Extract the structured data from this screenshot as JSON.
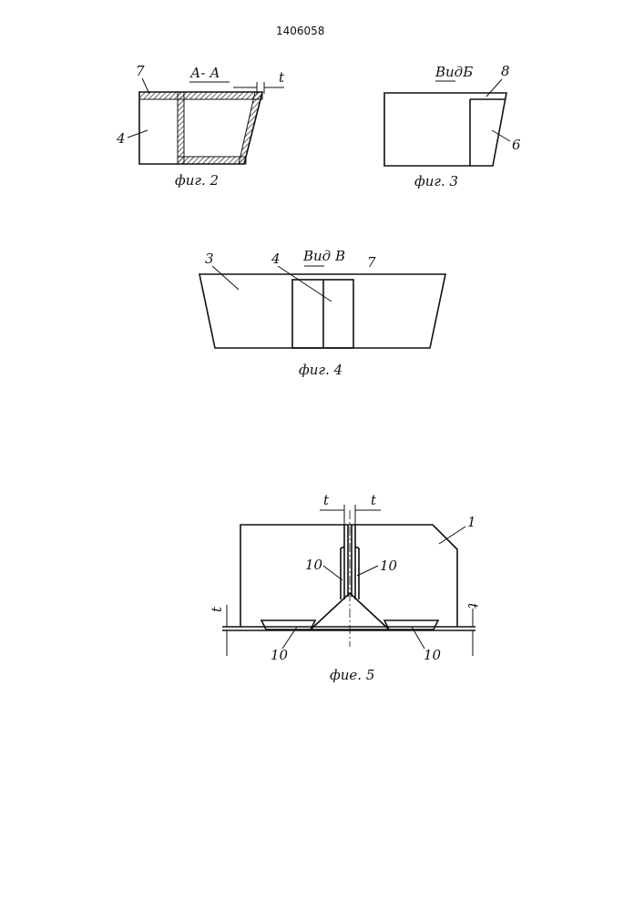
{
  "patent_number": "1406058",
  "fig2": {
    "section": "А- А",
    "caption": "фиг. 2",
    "label_a": "7",
    "label_b": "4",
    "dim": "t"
  },
  "fig3": {
    "view": "ВидБ",
    "caption": "фиг. 3",
    "label_a": "8",
    "label_b": "6"
  },
  "fig4": {
    "view": "Вид В",
    "caption": "фиг. 4",
    "label_a": "3",
    "label_b": "4",
    "label_c": "7"
  },
  "fig5": {
    "caption": "фие. 5",
    "label_1": "1",
    "label_10": "10",
    "dim": "t"
  }
}
